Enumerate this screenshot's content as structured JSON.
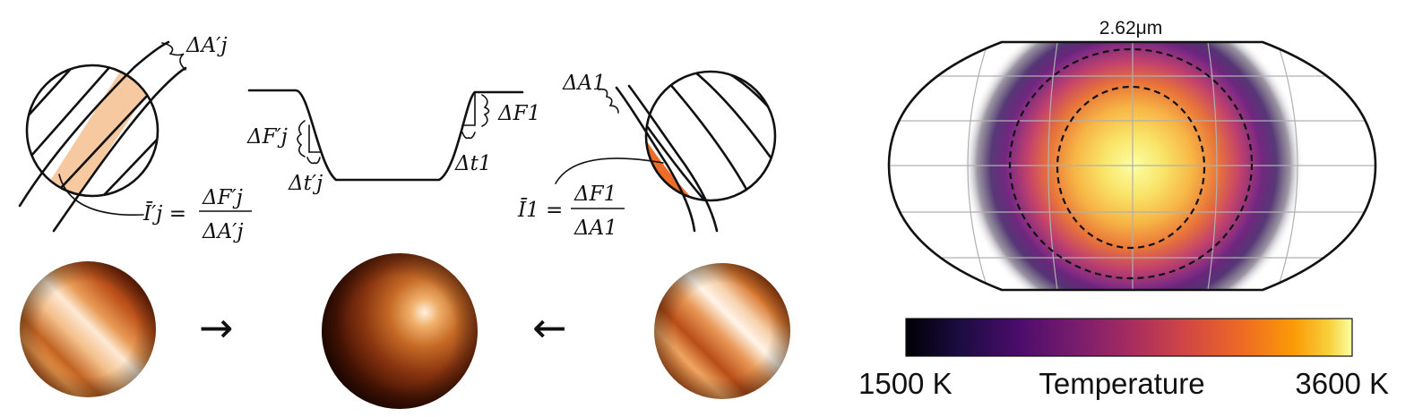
{
  "diagram": {
    "left_labels": {
      "delta_a_j": "ΔA′j",
      "delta_f_j": "ΔF′j",
      "delta_t_j": "Δt′j",
      "i_j_lhs": "Ī′j =",
      "i_j_num": "ΔF′j",
      "i_j_den": "ΔA′j"
    },
    "right_labels": {
      "delta_a_1": "ΔA1",
      "delta_f_1": "ΔF1",
      "delta_t_1": "Δt1",
      "i_1_lhs": "Ī1 =",
      "i_1_num": "ΔF1",
      "i_1_den": "ΔA1"
    },
    "arrows": {
      "left": "→",
      "right": "←"
    },
    "highlight_colors": {
      "left_strip": "#f6c9a0",
      "right_cap": "#ee6c2a"
    }
  },
  "map": {
    "wavelength_label": "2.62μm",
    "colorbar": {
      "min_label": "1500 K",
      "title": "Temperature",
      "max_label": "3600 K",
      "min_value": 1500,
      "max_value": 3600,
      "colormap": "inferno"
    }
  }
}
